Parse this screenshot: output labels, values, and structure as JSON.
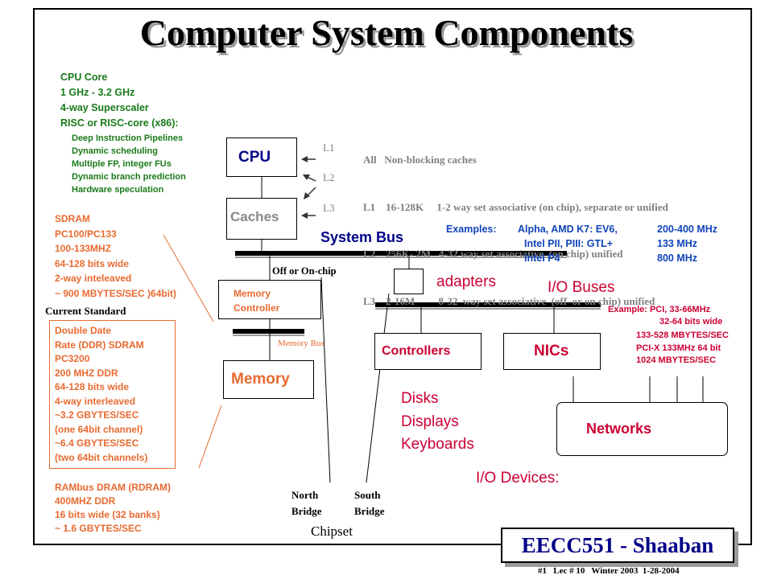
{
  "title": "Computer System Components",
  "cpu_core": {
    "lines": [
      "CPU Core",
      "1 GHz - 3.2 GHz",
      "4-way Superscaler",
      "RISC or RISC-core (x86):"
    ],
    "features": [
      "Deep Instruction Pipelines",
      "Dynamic scheduling",
      "Multiple FP, integer FUs",
      "Dynamic branch prediction",
      "Hardware speculation"
    ]
  },
  "boxes": {
    "cpu": "CPU",
    "caches": "Caches",
    "memory_controller_line1": "Memory",
    "memory_controller_line2": "Controller",
    "memory": "Memory",
    "controllers": "Controllers",
    "nics": "NICs",
    "networks": "Networks"
  },
  "cache_levels": [
    "L1",
    "L2",
    "L3"
  ],
  "cache_notes": [
    "All   Non-blocking caches",
    "L1    16-128K     1-2 way set associative (on chip), separate or unified",
    "L2    256K- 2M   4-32 way set associative  (on chip) unified",
    "L3    2-16M         8-32  way set associative  (off  or on chip) unified"
  ],
  "system_bus": "System Bus",
  "examples": {
    "label": "Examples:",
    "rows": [
      {
        "cpu": "Alpha, AMD K7:  EV6,",
        "speed": "200-400 MHz"
      },
      {
        "cpu": "Intel  PII, PIII:  GTL+",
        "speed": "133 MHz"
      },
      {
        "cpu": "Intel P4",
        "speed": "800 MHz"
      }
    ]
  },
  "sdram": [
    "SDRAM",
    "PC100/PC133",
    "100-133MHZ",
    "64-128 bits wide",
    "2-way inteleaved",
    "~ 900 MBYTES/SEC )64bit)"
  ],
  "off_on_chip": "Off or On-chip",
  "current_standard": "Current Standard",
  "ddr": [
    "Double Date",
    "Rate  (DDR) SDRAM",
    "PC3200",
    "200 MHZ  DDR",
    "64-128 bits wide",
    "4-way interleaved",
    "~3.2  GBYTES/SEC",
    "(one 64bit channel)",
    "~6.4  GBYTES/SEC",
    "(two 64bit channels)"
  ],
  "rambus": [
    "RAMbus DRAM (RDRAM)",
    "400MHZ DDR",
    "16 bits wide (32 banks)",
    "~ 1.6 GBYTES/SEC"
  ],
  "memory_bus": "Memory Bus",
  "adapters": "adapters",
  "io_buses": "I/O Buses",
  "pci_example": [
    "Example:  PCI,  33-66MHz",
    "32-64 bits wide",
    "133-528  MBYTES/SEC",
    "PCI-X 133MHz  64 bit",
    "1024 MBYTES/SEC"
  ],
  "devices": [
    "Disks",
    "Displays",
    "Keyboards"
  ],
  "io_devices": "I/O Devices:",
  "north_bridge": [
    "North",
    "Bridge"
  ],
  "south_bridge": [
    "South",
    "Bridge"
  ],
  "chipset": "Chipset",
  "badge": "EECC551 - Shaaban",
  "footer": "#1   Lec # 10   Winter 2003  1-28-2004"
}
